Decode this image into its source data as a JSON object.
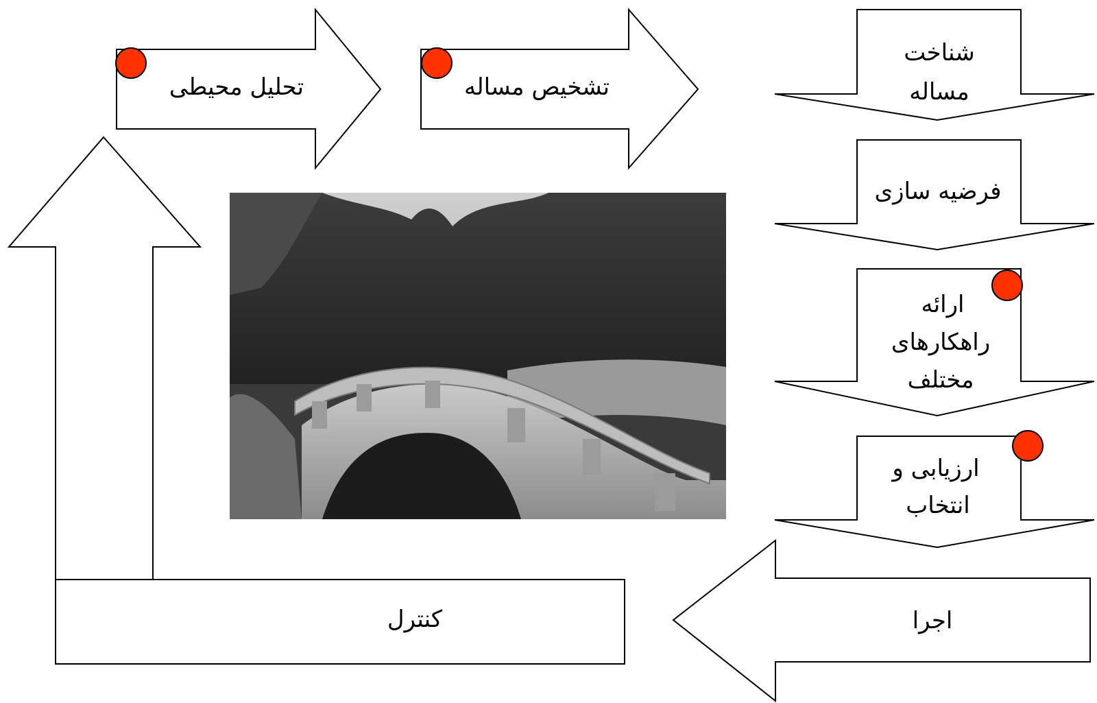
{
  "colors": {
    "marker": "#ff3300",
    "outline": "#000000",
    "background": "#ffffff"
  },
  "steps": {
    "environment_analysis": "تحلیل محیطی",
    "problem_diagnosis": "تشخیص مساله",
    "problem_recognition": [
      "شناخت",
      "مساله"
    ],
    "hypothesis": "فرضیه سازی",
    "solutions": [
      "ارائه",
      "راهکارهای",
      "مختلف"
    ],
    "evaluation": [
      "ارزیابی و",
      "انتخاب"
    ],
    "implementation": "اجرا",
    "control": "کنترل"
  },
  "photo": {
    "subject": "bridge-photo"
  }
}
